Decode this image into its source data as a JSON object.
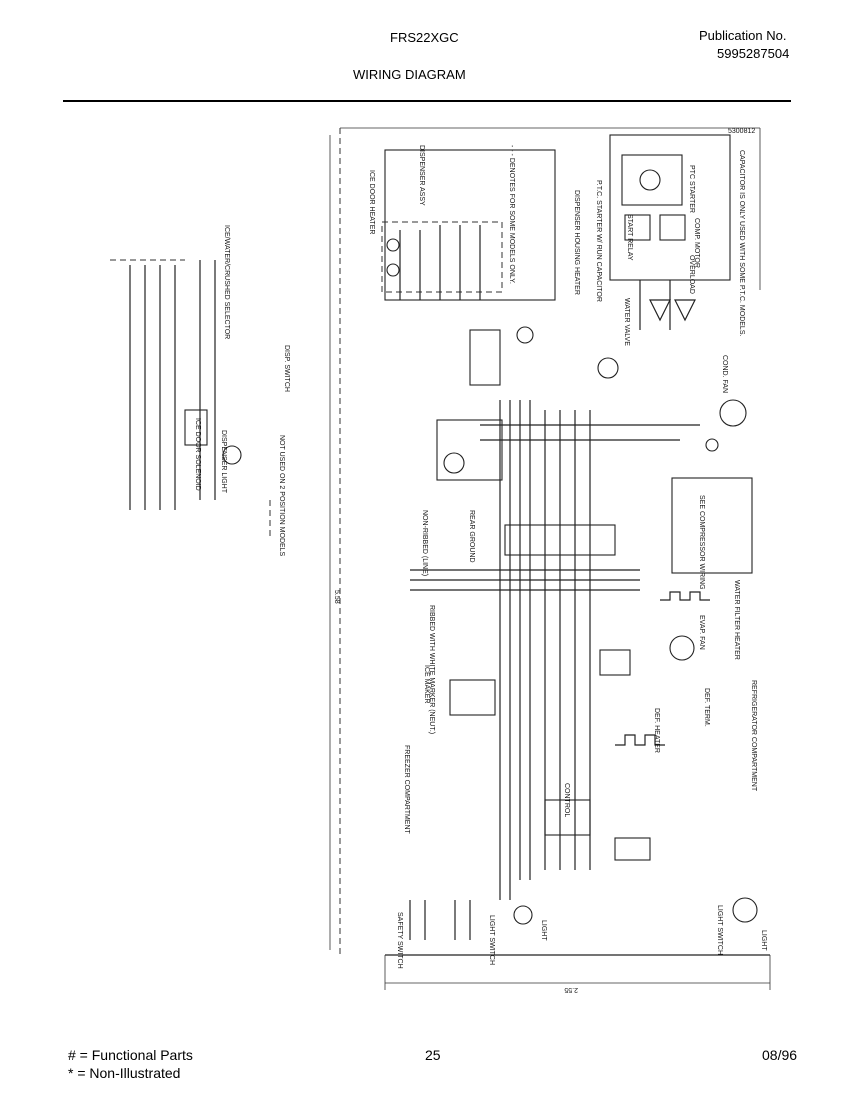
{
  "header": {
    "model": "FRS22XGC",
    "publication_label": "Publication No.",
    "publication_number": "5995287504",
    "title": "WIRING DIAGRAM"
  },
  "diagram_labels": {
    "ice_door_heater": "ICE DOOR HEATER",
    "dispenser_assy": "DISPENSER ASSY",
    "denotes": "- - - DENOTES FOR SOME MODELS ONLY.",
    "dispenser_housing_heater": "DISPENSER HOUSING HEATER",
    "ptc_capacitor": "P.T.C. STARTER W/ RUN CAPACITOR",
    "ptc_starter": "PTC STARTER",
    "start_relay": "START RELAY",
    "comp_motor": "COMP. MOTOR",
    "overload": "OVERLOAD",
    "capacitor_note": "CAPACITOR IS ONLY USED WITH SOME P.T.C. MODELS.",
    "water_valve": "WATER VALVE",
    "cond_fan": "COND. FAN",
    "see_compressor_wiring": "SEE COMPRESSOR WIRING",
    "water_filter_heater": "WATER FILTER HEATER",
    "evap_fan": "EVAP. FAN",
    "def_term": "DEF. TERM.",
    "def_heater": "DEF. HEATER",
    "refrigerator_compartment": "REFRIGERATOR COMPARTMENT",
    "freezer_compartment": "FREEZER COMPARTMENT",
    "ice_maker": "ICE MAKER",
    "safety_switch": "SAFETY SWITCH",
    "light_switch": "LIGHT SWITCH",
    "light": "LIGHT",
    "control": "CONTROL",
    "rear_ground": "REAR GROUND",
    "non_ribbed": "NON-RIBBED (LINE)",
    "ribbed": "RIBBED WITH WHITE MARKER (NEUT.)",
    "ice_water_selector": "ICE/WATER/CRUSHED SELECTOR",
    "dispenser_light": "DISPENSER LIGHT",
    "disp_switch": "DISP. SWITCH",
    "ice_door_solenoid": "ICE DOOR SOLENOID",
    "not_used_note": "NOT USED ON 2 POSITION MODELS",
    "dim_vertical": "5.58",
    "dim_horizontal": "2.55",
    "code": "5300812"
  },
  "footer": {
    "legend_functional": "# = Functional Parts",
    "legend_non_illustrated": "* = Non-Illustrated",
    "page_number": "25",
    "date": "08/96"
  }
}
